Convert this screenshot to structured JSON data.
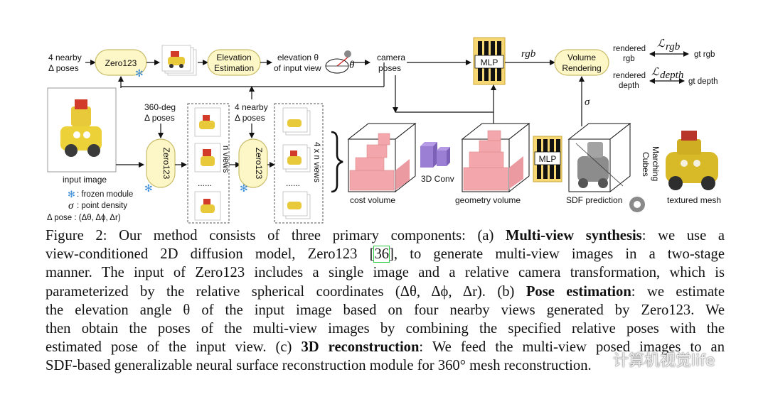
{
  "figure": {
    "nodes": {
      "zero123_top": "Zero123",
      "elevation_estimation": [
        "Elevation",
        "Estimation"
      ],
      "mlp_top": "MLP",
      "mlp_mid": "MLP",
      "volume_rendering": [
        "Volume",
        "Rendering"
      ],
      "zero123_a": "Zero123",
      "zero123_b": "Zero123",
      "conv3d": "3D Conv"
    },
    "labels": {
      "nearby_poses_top": [
        "4 nearby",
        "Δ poses"
      ],
      "elevation_of_input": [
        "elevation θ",
        "of input view"
      ],
      "camera_poses": [
        "camera",
        "poses"
      ],
      "rgb": "rgb",
      "sigma": "σ",
      "rendered_rgb": [
        "rendered",
        "rgb"
      ],
      "rendered_depth": [
        "rendered",
        "depth"
      ],
      "l_rgb": "ℒ",
      "l_rgb_sub": "rgb",
      "l_depth": "ℒ",
      "l_depth_sub": "depth",
      "gt_rgb": "gt rgb",
      "gt_depth": "gt depth",
      "deg360_poses": [
        "360-deg",
        "Δ poses"
      ],
      "nearby_poses_mid": [
        "4 nearby",
        "Δ poses"
      ],
      "n_views": "n views",
      "four_n_views": "4 x n views",
      "dots": "......",
      "input_image": "input image",
      "legend_frozen": ": frozen module",
      "legend_sigma_sym": "σ",
      "legend_sigma": ": point density",
      "legend_pose": "Δ pose : (Δθ, Δϕ, Δr)",
      "cost_volume": "cost volume",
      "geometry_volume": "geometry volume",
      "sdf_prediction": "SDF prediction",
      "marching_cubes": [
        "Marching",
        "Cubes"
      ],
      "textured_mesh": "textured mesh"
    },
    "colors": {
      "pill_fill": "#fdf6c6",
      "mlp_fill": "#f7d774",
      "voxel_fill": "#f3a7ad",
      "conv_fill": "#9b7fd4",
      "frozen_icon": "#3f8fd8",
      "cite_box": "#2ecc40"
    }
  },
  "caption": {
    "l1_a": "Figure 2: Our method consists of three primary components: (a) ",
    "l1_b": "Multi-view synthesis",
    "l1_c": ": we use a",
    "l2_a": "view-conditioned 2D diffusion model, Zero123 [",
    "l2_cite": "36",
    "l2_c": "], to generate multi-view images in a two-stage",
    "l3": "manner. The input of Zero123 includes a single image and a relative camera transformation, which is",
    "l4_a": "parameterized by the relative spherical coordinates (Δθ, Δϕ, Δr). (b) ",
    "l4_b": "Pose estimation",
    "l4_c": ": we estimate",
    "l5": "the elevation angle θ of the input image based on four nearby views generated by Zero123.  We",
    "l6": "then obtain the poses of the multi-view images by combining the specified relative poses with the",
    "l7_a": "estimated pose of the input view. (c) ",
    "l7_b": "3D reconstruction",
    "l7_c": ": We feed the multi-view posed images to an",
    "l8": "SDF-based generalizable neural surface reconstruction module for 360° mesh reconstruction."
  },
  "watermark": "计算机视觉life"
}
